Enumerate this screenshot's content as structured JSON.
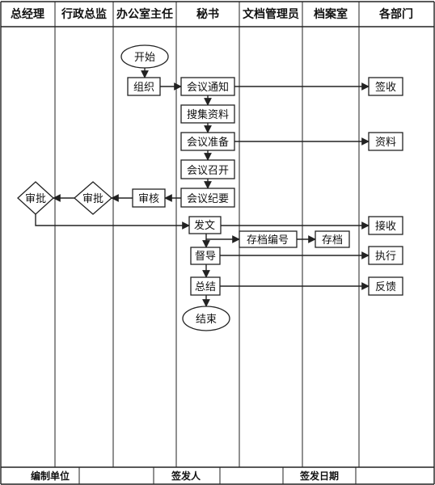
{
  "lanes": [
    "总经理",
    "行政总监",
    "办公室主任",
    "秘书",
    "文档管理员",
    "档案室",
    "各部门"
  ],
  "nodes": {
    "start": "开始",
    "organize": "组织",
    "notice": "会议通知",
    "sign": "签收",
    "collect": "搜集资料",
    "prepare": "会议准备",
    "materials": "资料",
    "convene": "会议召开",
    "minutes": "会议纪要",
    "review": "审核",
    "approve_director": "审批",
    "approve_gm": "审批",
    "dispatch": "发文",
    "receive": "接收",
    "archive_no": "存档编号",
    "archive": "存档",
    "supervise": "督导",
    "execute": "执行",
    "summary": "总结",
    "feedback": "反馈",
    "end": "结束"
  },
  "footer": {
    "compiler": "编制单位",
    "issuer": "签发人",
    "issue_date": "签发日期"
  }
}
